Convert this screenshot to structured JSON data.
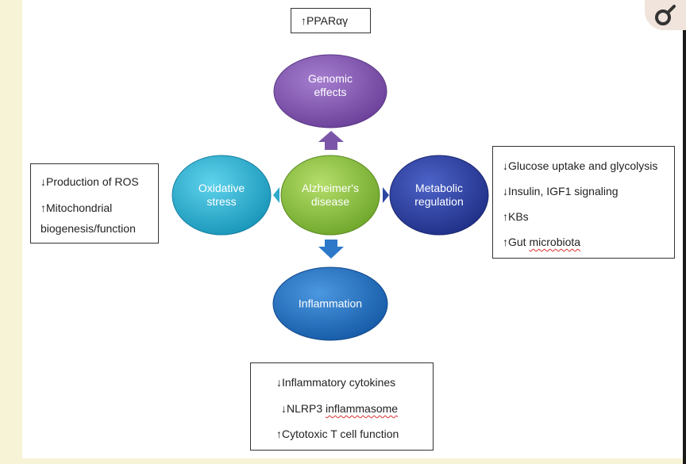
{
  "top_box": {
    "text": "↑PPARαγ"
  },
  "nodes": {
    "center": {
      "line1": "Alzheimer's",
      "line2": "disease",
      "color": "#8dc63f"
    },
    "top": {
      "line1": "Genomic",
      "line2": "effects",
      "color": "#8a5db3"
    },
    "left": {
      "line1": "Oxidative",
      "line2": "stress",
      "color": "#2bb6d6"
    },
    "right": {
      "line1": "Metabolic",
      "line2": "regulation",
      "color": "#2e42a8"
    },
    "bottom": {
      "line1": "Inflammation",
      "color": "#1f73c9"
    }
  },
  "left_box": {
    "l1": "↓Production of ROS",
    "l2": "↑Mitochondrial",
    "l3": "biogenesis/function"
  },
  "right_box": {
    "l1": "↓Glucose uptake and glycolysis",
    "l2": "↓Insulin, IGF1 signaling",
    "l3": "↑KBs",
    "l4_prefix": "↑Gut ",
    "l4_underlined": "microbiota"
  },
  "bottom_box": {
    "l1": "↓Inflammatory cytokines",
    "l2_prefix": "↓NLRP3 ",
    "l2_underlined": "inflammasome",
    "l3": "↑Cytotoxic T cell function"
  },
  "colors": {
    "arrow_top": "#7b56a8",
    "arrow_left": "#2fa9c9",
    "arrow_right": "#2d45a2",
    "arrow_bottom": "#2d78c8"
  },
  "icons": {
    "corner": "zoom-magnifier-icon"
  }
}
